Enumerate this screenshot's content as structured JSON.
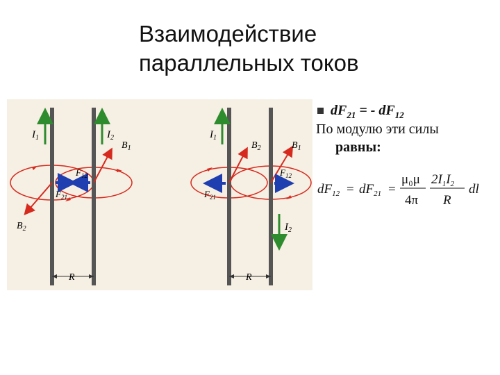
{
  "title": {
    "line1": "Взаимодействие",
    "line2": "параллельных токов"
  },
  "bullets": {
    "first": {
      "dF": "dF",
      "sub21": "21",
      "equals": " = - dF",
      "sub12": "12"
    },
    "second_line1": "По модулю эти силы",
    "second_line2": "равны:"
  },
  "formula": {
    "lhs": "dF",
    "lhs_sub": "12",
    "eq1": "=",
    "mid": "dF",
    "mid_sub": "21",
    "eq2": "=",
    "num_left": "μ₀μ",
    "den_left": "4π",
    "num_right": "2I",
    "num_right_sub1": "1",
    "num_right_I2": "I",
    "num_right_sub2": "2",
    "den_right": "R",
    "tail": "dl"
  },
  "figure": {
    "left": {
      "I1": "I",
      "I1_sub": "1",
      "I2": "I",
      "I2_sub": "2",
      "B1": "B",
      "B1_sub": "1",
      "B2": "B",
      "B2_sub": "2",
      "F12": "F",
      "F12_sub": "12",
      "F21": "F",
      "F21_sub": "21",
      "R": "R"
    },
    "right": {
      "I1": "I",
      "I1_sub": "1",
      "I2": "I",
      "I2_sub": "2",
      "B1": "B",
      "B1_sub": "1",
      "B2": "B",
      "B2_sub": "2",
      "F12": "F",
      "F12_sub": "12",
      "F21": "F",
      "F21_sub": "21",
      "R": "R"
    },
    "colors": {
      "current": "#2e8b2e",
      "current_down": "#2e8b2e",
      "field": "#d62a1e",
      "force": "#1f3fb0",
      "wire": "#555555"
    }
  }
}
